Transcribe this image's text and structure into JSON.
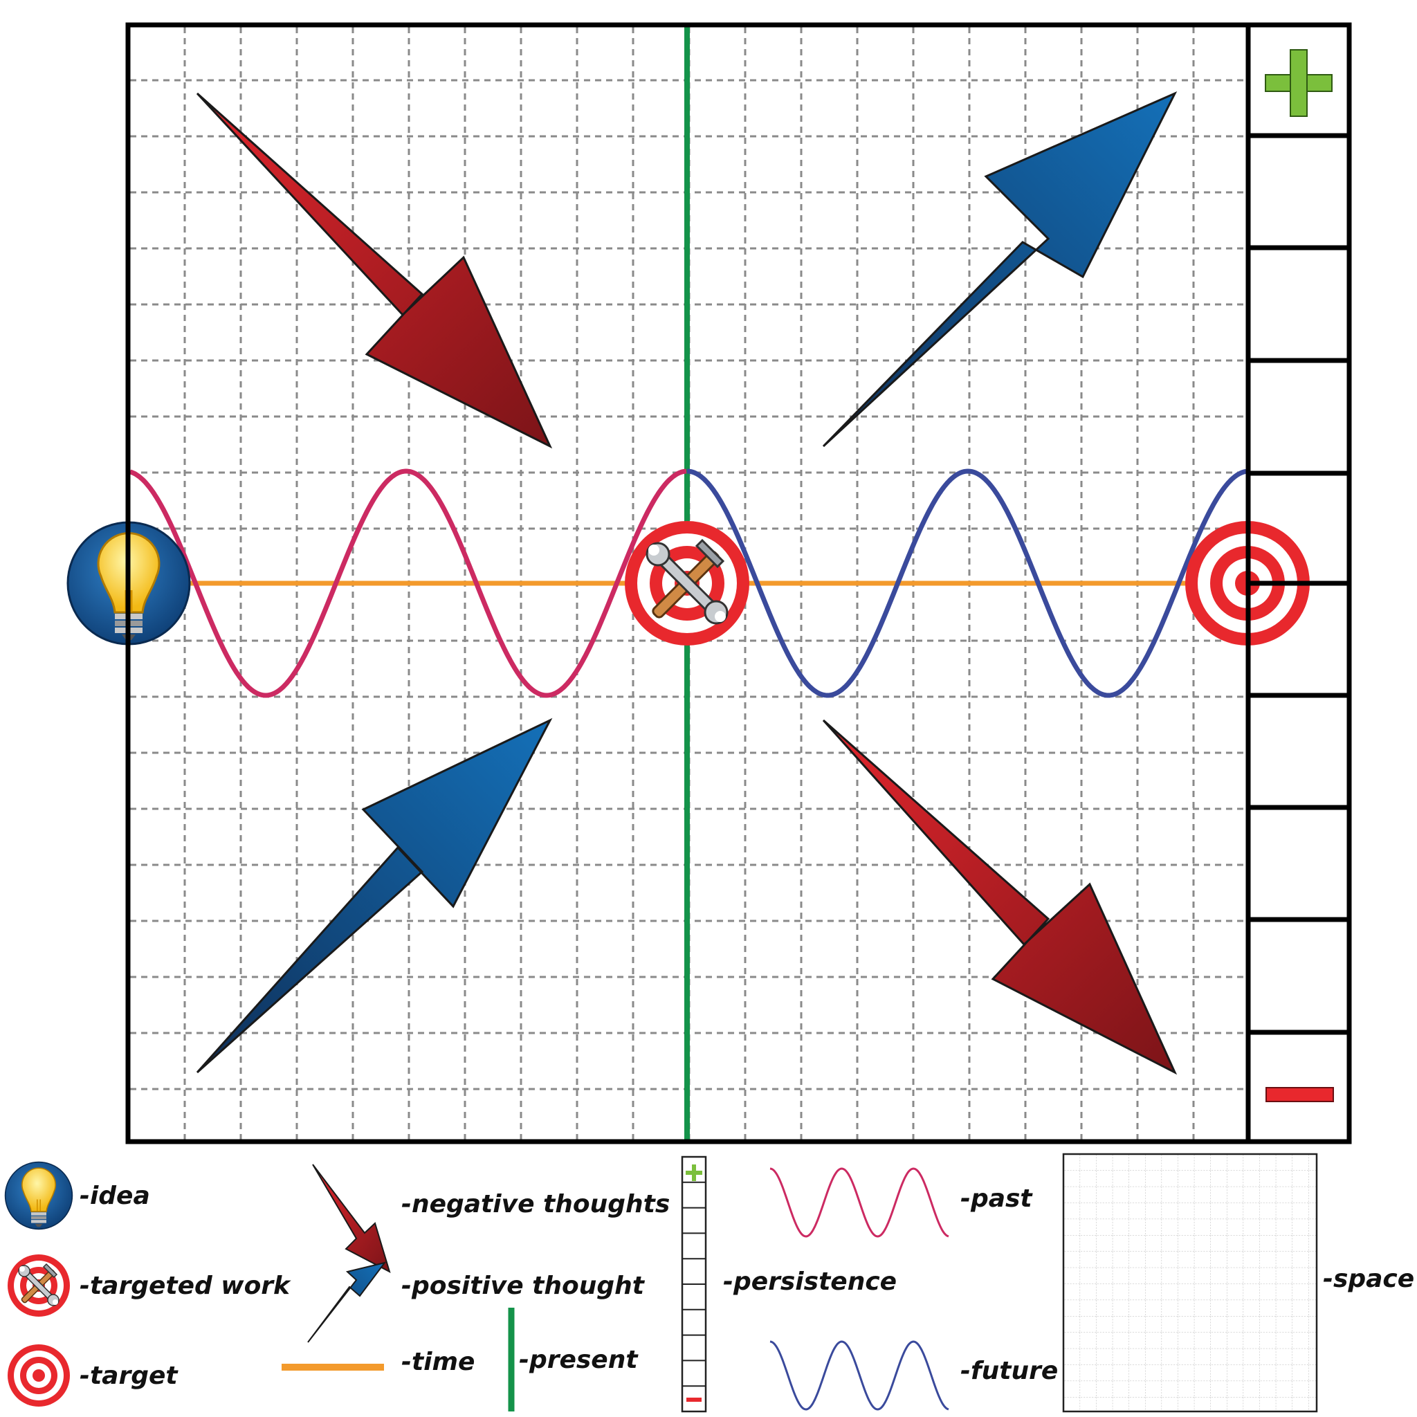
{
  "legend": {
    "idea": "-idea",
    "targeted_work": "-targeted work",
    "target": "-target",
    "negative_thoughts": "-negative thoughts",
    "positive_thought": "-positive thought",
    "time": "-time",
    "present": "-present",
    "persistence": "-persistence",
    "past": "-past",
    "future": "-future",
    "space": "-space"
  },
  "scale": {
    "top_symbol": "+",
    "bottom_symbol": "−"
  },
  "colors": {
    "past_wave": "#cc2a62",
    "future_wave": "#3a4a9c",
    "time_line": "#f39a2c",
    "present_line": "#14934a",
    "negative_arrow": "#d7222b",
    "positive_arrow": "#1067ad",
    "target_red": "#e8282d",
    "plus_green": "#7bbf3c",
    "grid": "#8a8a8a"
  },
  "icons": {
    "idea": "lightbulb-icon",
    "targeted_work": "wrench-hammer-target-icon",
    "target": "bullseye-icon",
    "plus": "plus-icon",
    "minus": "minus-icon"
  }
}
